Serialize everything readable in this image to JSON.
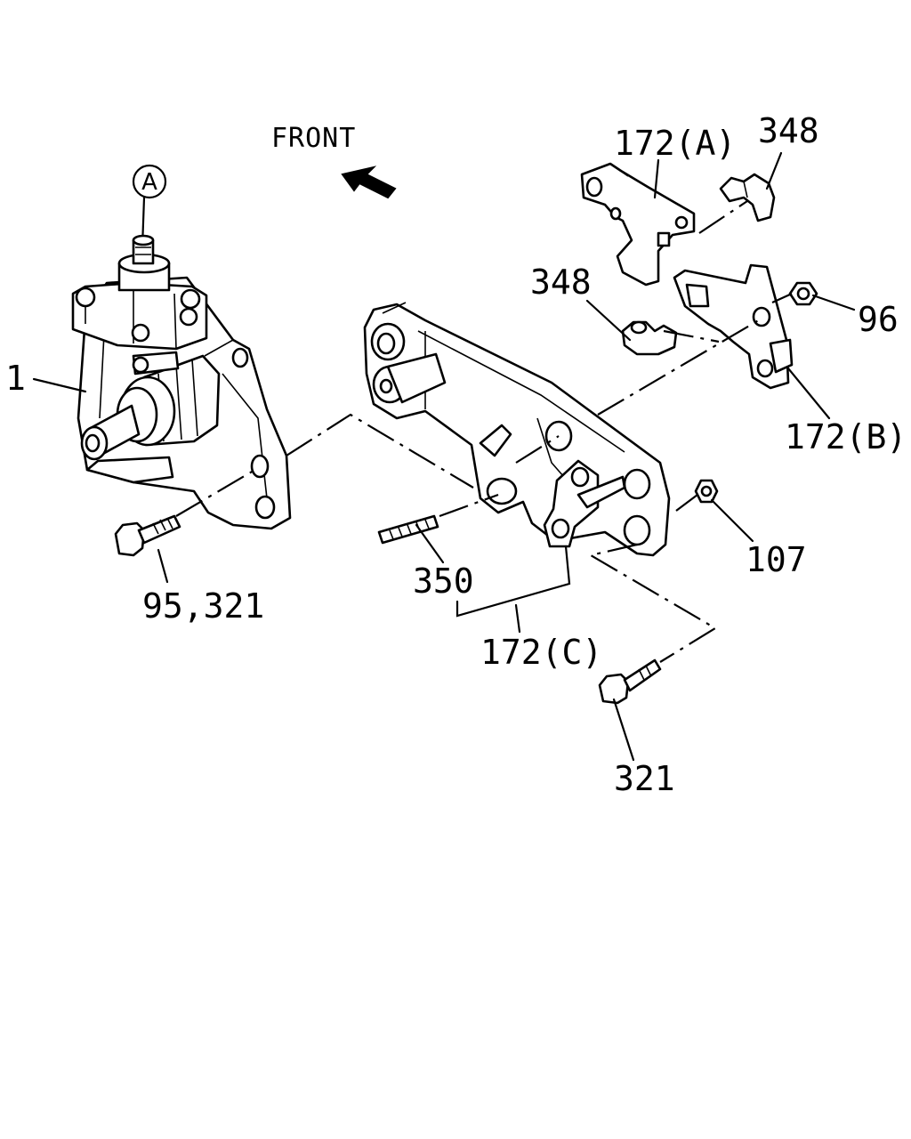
{
  "diagram": {
    "front_label": "FRONT",
    "detail_marker": "A",
    "callouts": {
      "steering_gear": "1",
      "bracket_a": "172(A)",
      "clip_upper": "348",
      "clip_lower": "348",
      "nut_96": "96",
      "bracket_b": "172(B)",
      "nut_107": "107",
      "stud": "350",
      "bracket_c": "172(C)",
      "bolt_upper": "95,321",
      "bolt_lower": "321"
    }
  }
}
